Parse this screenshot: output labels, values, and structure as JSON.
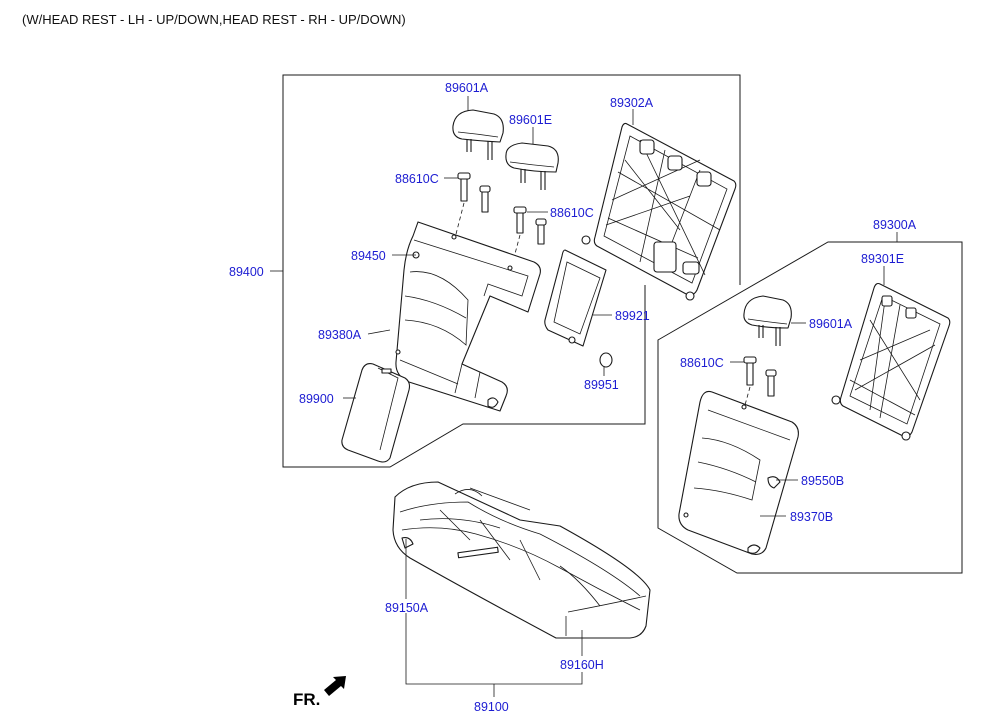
{
  "header": "(W/HEAD REST - LH - UP/DOWN,HEAD REST - RH - UP/DOWN)",
  "colors": {
    "callout": "#1c1cd2",
    "line": "#1a1a1a",
    "background": "#ffffff"
  },
  "labels": {
    "p89601A_top": "89601A",
    "p89601E": "89601E",
    "p89302A": "89302A",
    "p88610C_left": "88610C",
    "p88610C_mid": "88610C",
    "p89400": "89400",
    "p89450": "89450",
    "p89380A": "89380A",
    "p89921": "89921",
    "p89951": "89951",
    "p89900": "89900",
    "p89300A": "89300A",
    "p89301E": "89301E",
    "p89601A_right": "89601A",
    "p88610C_right": "88610C",
    "p89550B": "89550B",
    "p89370B": "89370B",
    "p89150A": "89150A",
    "p89160H": "89160H",
    "p89100": "89100"
  },
  "fr_label": "FR."
}
